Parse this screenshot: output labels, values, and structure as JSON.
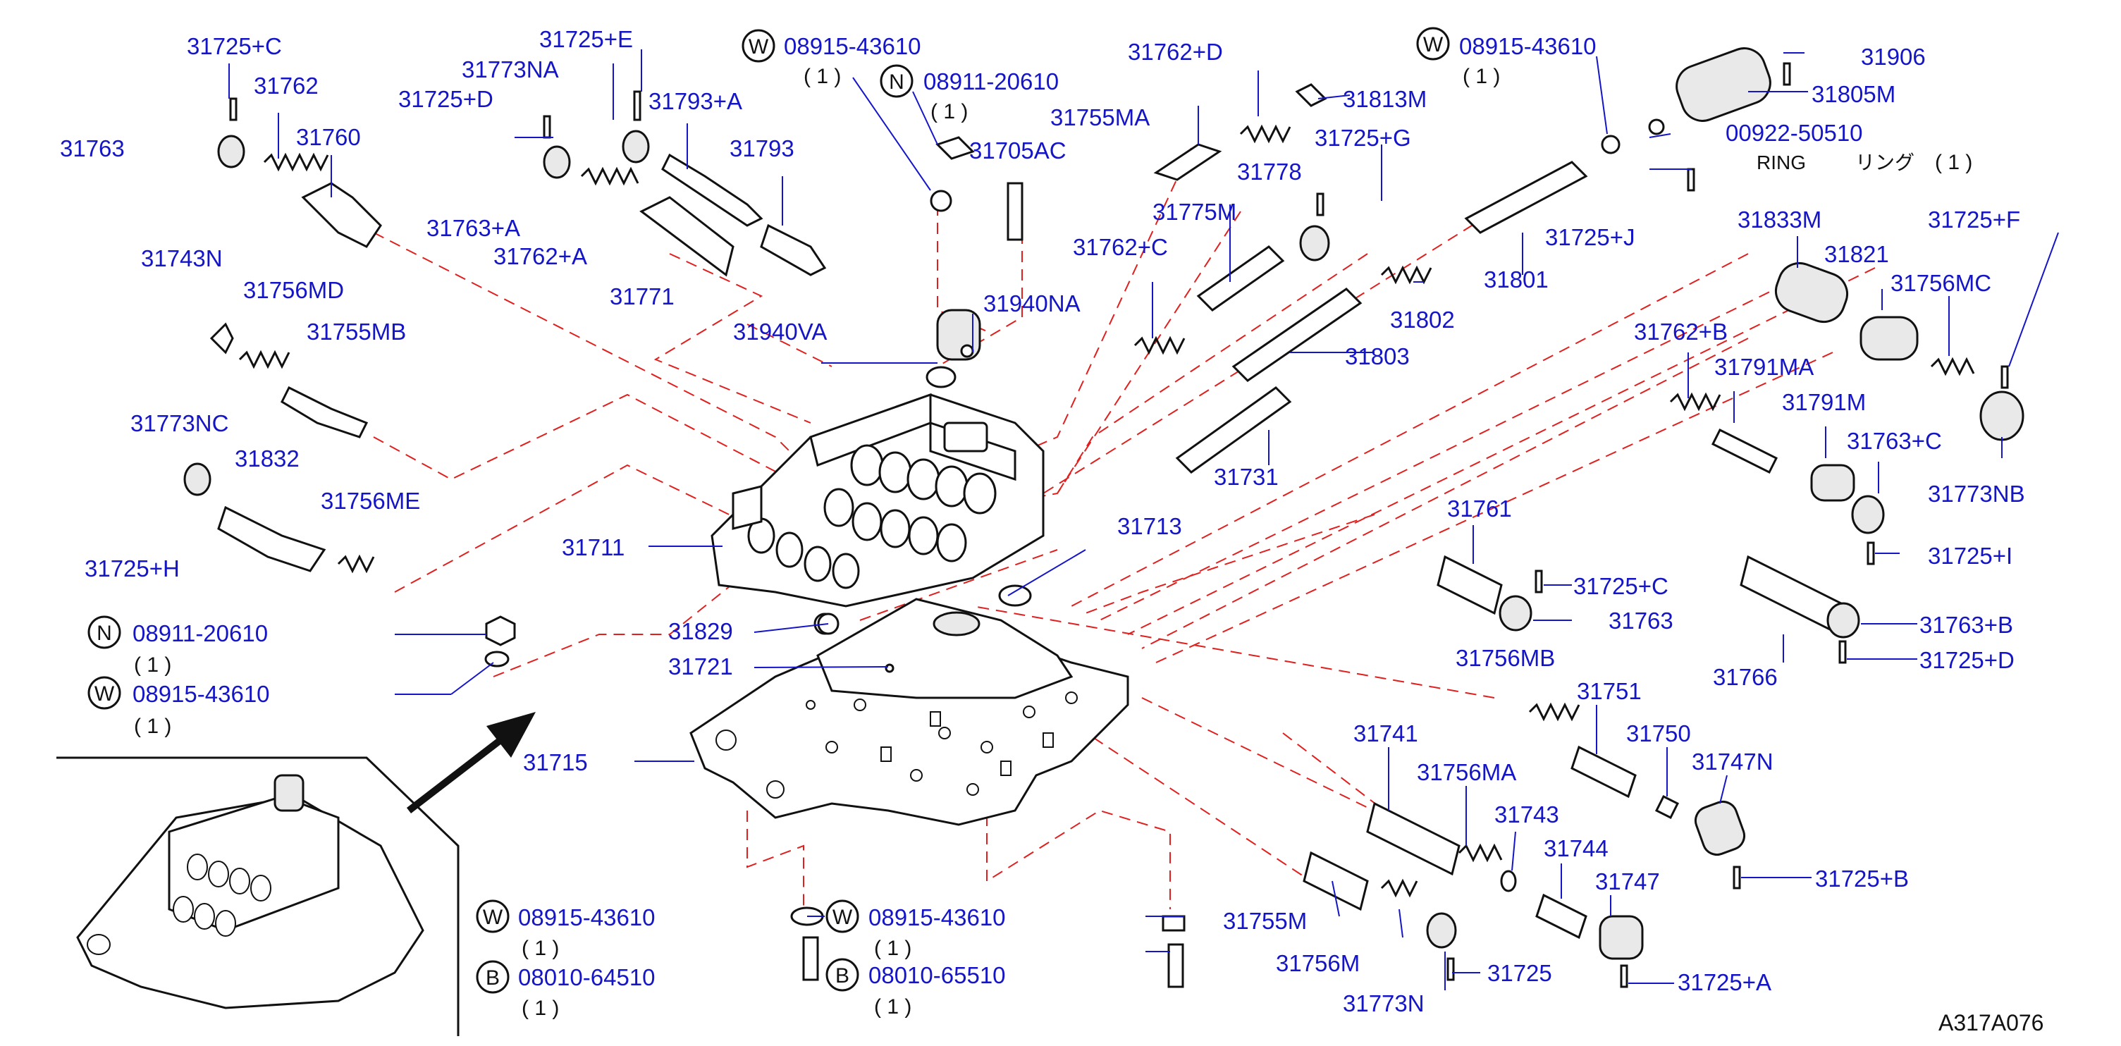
{
  "diagram_code": "A317A076",
  "symbols": {
    "washer": "W",
    "nut": "N",
    "bolt": "B"
  },
  "labels": {
    "l31725c_top": "31725+C",
    "l31762": "31762",
    "l31763": "31763",
    "l31760": "31760",
    "l31773na": "31773NA",
    "l31725e": "31725+E",
    "l31725d_top": "31725+D",
    "l31793a": "31793+A",
    "l31793": "31793",
    "l31763a": "31763+A",
    "l31762a": "31762+A",
    "l31771": "31771",
    "l31743n": "31743N",
    "l31756md": "31756MD",
    "l31755mb": "31755MB",
    "l31773nc": "31773NC",
    "l31832": "31832",
    "l31756me": "31756ME",
    "l31725h": "31725+H",
    "w1": "08915-43610",
    "n1": "08911-20610",
    "l31705ac": "31705AC",
    "l31940va": "31940VA",
    "l31940na": "31940NA",
    "l31762d": "31762+D",
    "l31755ma": "31755MA",
    "l31813m": "31813M",
    "l31725g": "31725+G",
    "l31778": "31778",
    "l31775m": "31775M",
    "l31762c": "31762+C",
    "w2": "08915-43610",
    "l31906": "31906",
    "l31805m": "31805M",
    "l00922": "00922-50510",
    "ring_en": "RING",
    "ring_jp": "リング",
    "l31725j": "31725+J",
    "l31801": "31801",
    "l31802": "31802",
    "l31803": "31803",
    "l31731": "31731",
    "l31833m": "31833M",
    "l31821": "31821",
    "l31725f": "31725+F",
    "l31756mc": "31756MC",
    "l31762b": "31762+B",
    "l31791ma": "31791MA",
    "l31791m": "31791M",
    "l31763c": "31763+C",
    "l31773nb": "31773NB",
    "l31725i": "31725+I",
    "l31761": "31761",
    "l31725c": "31725+C",
    "l31763_r": "31763",
    "l31763b": "31763+B",
    "l31725d": "31725+D",
    "l31766": "31766",
    "l31756mb": "31756MB",
    "l31751": "31751",
    "l31750": "31750",
    "l31747n": "31747N",
    "l31741": "31741",
    "l31756ma": "31756MA",
    "l31743": "31743",
    "l31744": "31744",
    "l31747": "31747",
    "l31725b": "31725+B",
    "l31755m": "31755M",
    "l31756m": "31756M",
    "l31725": "31725",
    "l31773n": "31773N",
    "l31725a": "31725+A",
    "l31829": "31829",
    "l31721": "31721",
    "l31715": "31715",
    "l31711": "31711",
    "l31713": "31713",
    "n2": "08911-20610",
    "w3": "08915-43610",
    "w4": "08915-43610",
    "b1": "08010-64510",
    "w5": "08915-43610",
    "b2": "08010-65510"
  },
  "quantities": {
    "q1": "( 1 )"
  }
}
